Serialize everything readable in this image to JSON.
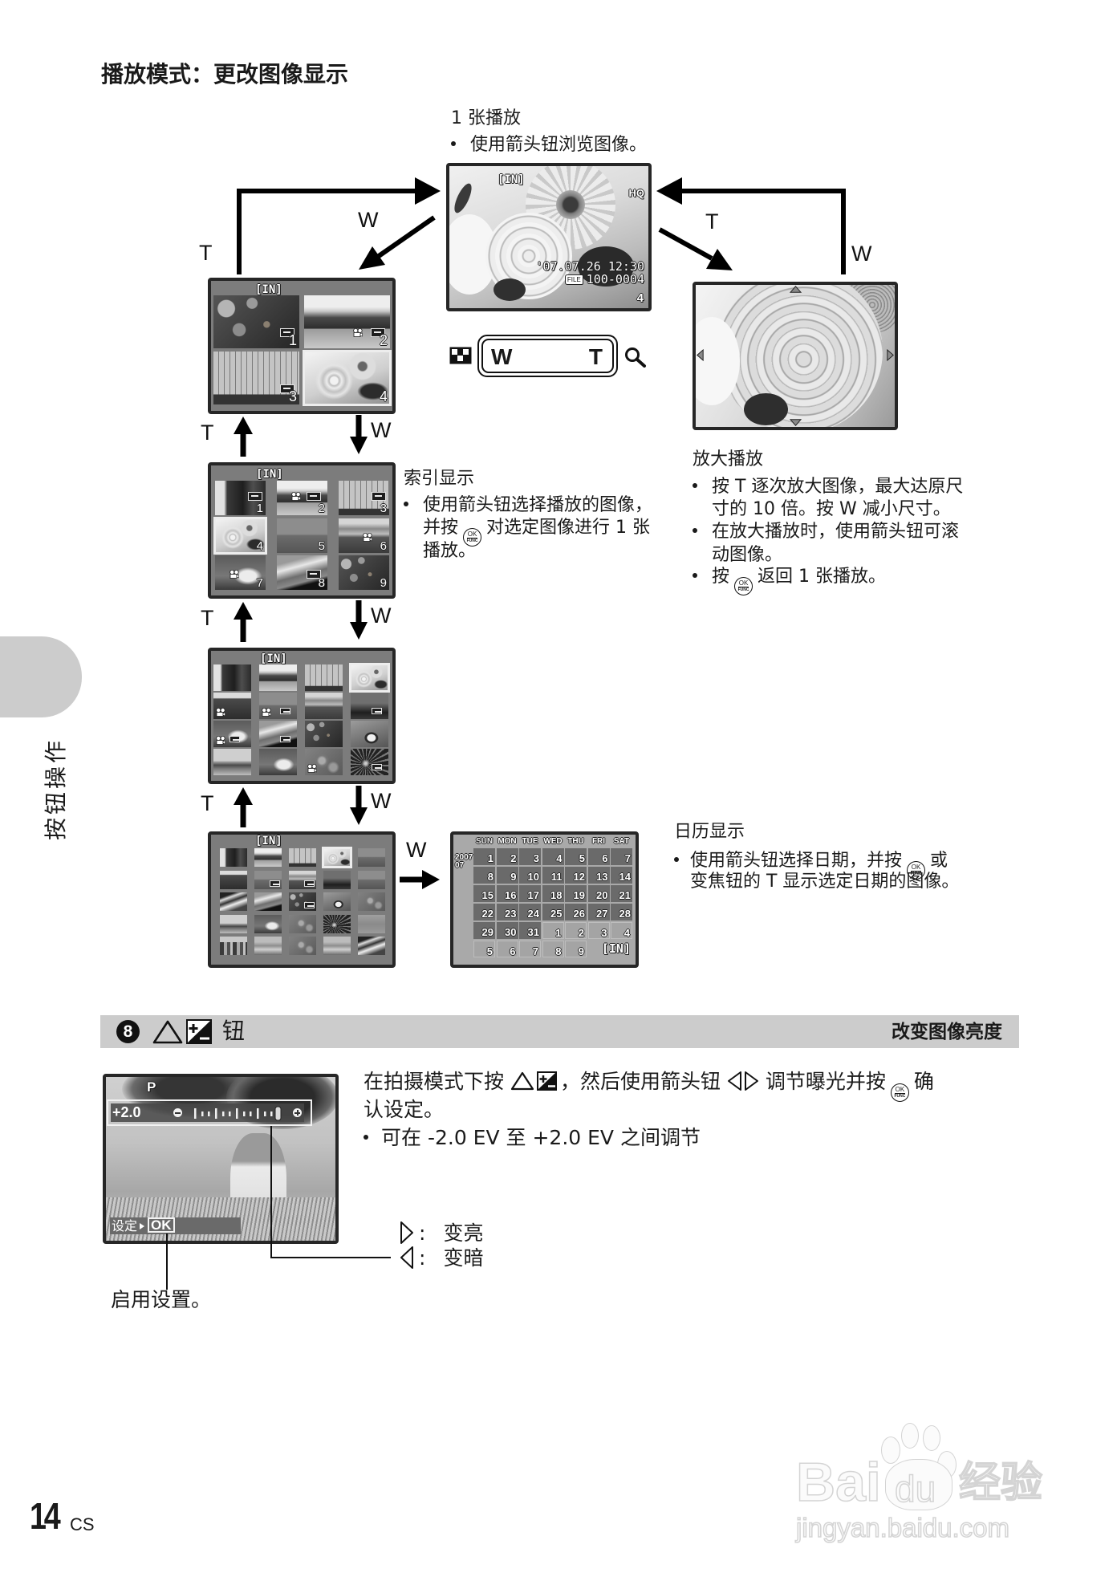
{
  "page": {
    "title": "播放模式：更改图像显示",
    "side_tab": "按钮操作",
    "page_number": "14",
    "lang_code": "CS"
  },
  "labels": {
    "tele": "T",
    "wide": "W"
  },
  "ok_func_icon": {
    "top": "OK",
    "bottom": "FUNC"
  },
  "single_frame": {
    "heading": "1 张播放",
    "bullet": "使用箭头钮浏览图像。",
    "screen": {
      "memory": "[IN]",
      "quality": "HQ",
      "datetime": "'07.07.26 12:30",
      "file_icon": "FILE",
      "file_number": "100-0004",
      "frame_number": "4"
    }
  },
  "zoom_lever": {
    "wide": "W",
    "tele": "T",
    "wide_icon": "index-grid-icon",
    "tele_icon": "magnifier-icon"
  },
  "close_up": {
    "heading": "放大播放",
    "bullets": [
      {
        "line1": "按 T 逐次放大图像，最大达原尺",
        "line2": "寸的 10 倍。按 W 减小尺寸。"
      },
      {
        "line1": "在放大播放时，使用箭头钮可滚",
        "line2": "动图像。"
      },
      {
        "before": "按",
        "icon": "ok-func-button-icon",
        "after": "返回 1 张播放。"
      }
    ],
    "screen": {
      "scroll_indicators": [
        "up",
        "down",
        "left",
        "right"
      ]
    }
  },
  "index_display": {
    "heading": "索引显示",
    "bullet": {
      "line1": "使用箭头钮选择播放的图像，",
      "line2_before": "并按",
      "icon": "ok-func-button-icon",
      "line2_after": "对选定图像进行 1 张",
      "line3": "播放。"
    },
    "screens": [
      {
        "layout": "2x2",
        "memory": "[IN]",
        "frame_numbers": [
          "1",
          "2",
          "3",
          "4"
        ],
        "selected": "4"
      },
      {
        "layout": "3x3",
        "memory": "[IN]",
        "frame_numbers": [
          "1",
          "2",
          "3",
          "4",
          "5",
          "6",
          "7",
          "8",
          "9"
        ],
        "selected": "4"
      },
      {
        "layout": "4x4",
        "memory": "[IN]",
        "selected": "4"
      },
      {
        "layout": "5x5",
        "memory": "[IN]",
        "selected": "4"
      }
    ]
  },
  "calendar": {
    "heading": "日历显示",
    "bullet": {
      "line1_before": "使用箭头钮选择日期，并按",
      "icon": "ok-func-button-icon",
      "line1_after": "或",
      "line2": "变焦钮的 T 显示选定日期的图像。"
    },
    "screen": {
      "year": "2007",
      "month": "07",
      "weekdays": [
        "SUN",
        "MON",
        "TUE",
        "WED",
        "THU",
        "FRI",
        "SAT"
      ],
      "weeks": [
        [
          "1",
          "2",
          "3",
          "4",
          "5",
          "6",
          "7"
        ],
        [
          "8",
          "9",
          "10",
          "11",
          "12",
          "13",
          "14"
        ],
        [
          "15",
          "16",
          "17",
          "18",
          "19",
          "20",
          "21"
        ],
        [
          "22",
          "23",
          "24",
          "25",
          "26",
          "27",
          "28"
        ],
        [
          "29",
          "30",
          "31",
          "1",
          "2",
          "3",
          "4"
        ],
        [
          "5",
          "6",
          "7",
          "8",
          "9"
        ]
      ],
      "days_with_images": [
        "8",
        "13",
        "18",
        "22",
        "27",
        "29",
        "31"
      ],
      "memory": "[IN]"
    }
  },
  "section_8": {
    "number": "8",
    "icon": "exposure-compensation-icon",
    "button_label": "钮",
    "description": "改变图像亮度"
  },
  "exposure": {
    "text": {
      "line1_part1": "在拍摄模式下按",
      "line1_part2": "，然后使用箭头钮",
      "line1_part3": "调节曝光并按",
      "line1_part4": "确",
      "line2": "认设定。",
      "bullet": "可在 -2.0 EV 至 +2.0 EV 之间调节"
    },
    "screen": {
      "mode": "P",
      "ev_value": "+2.0",
      "set_label": "设定",
      "ok_label": "OK"
    },
    "callouts": {
      "colon": ":",
      "brighter": "变亮",
      "darker": "变暗",
      "apply": "启用设置。"
    }
  },
  "watermark": {
    "brand_left": "Bai",
    "brand_paw": "du",
    "brand_right": "经验",
    "url": "jingyan.baidu.com"
  }
}
